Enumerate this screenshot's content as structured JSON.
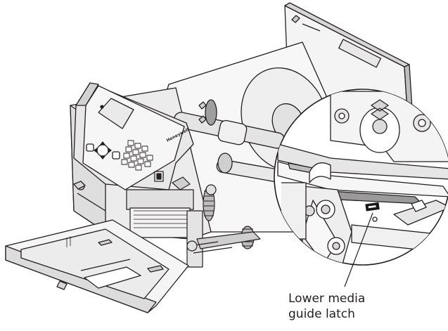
{
  "brand": {
    "logo_text": "Honeywell"
  },
  "callout": {
    "line1": "Lower media",
    "line2": "guide latch"
  },
  "colors": {
    "line": "#231f20",
    "fill_light": "#f2f2f2",
    "fill_mid": "#d9d9d9",
    "fill_dark": "#9a9a9a",
    "screen": "#e6e6e6",
    "black": "#111111"
  },
  "icons": [
    "display-screen",
    "keypad-keys",
    "navigation-pad",
    "power-switch",
    "roller-gear",
    "media-latch"
  ]
}
